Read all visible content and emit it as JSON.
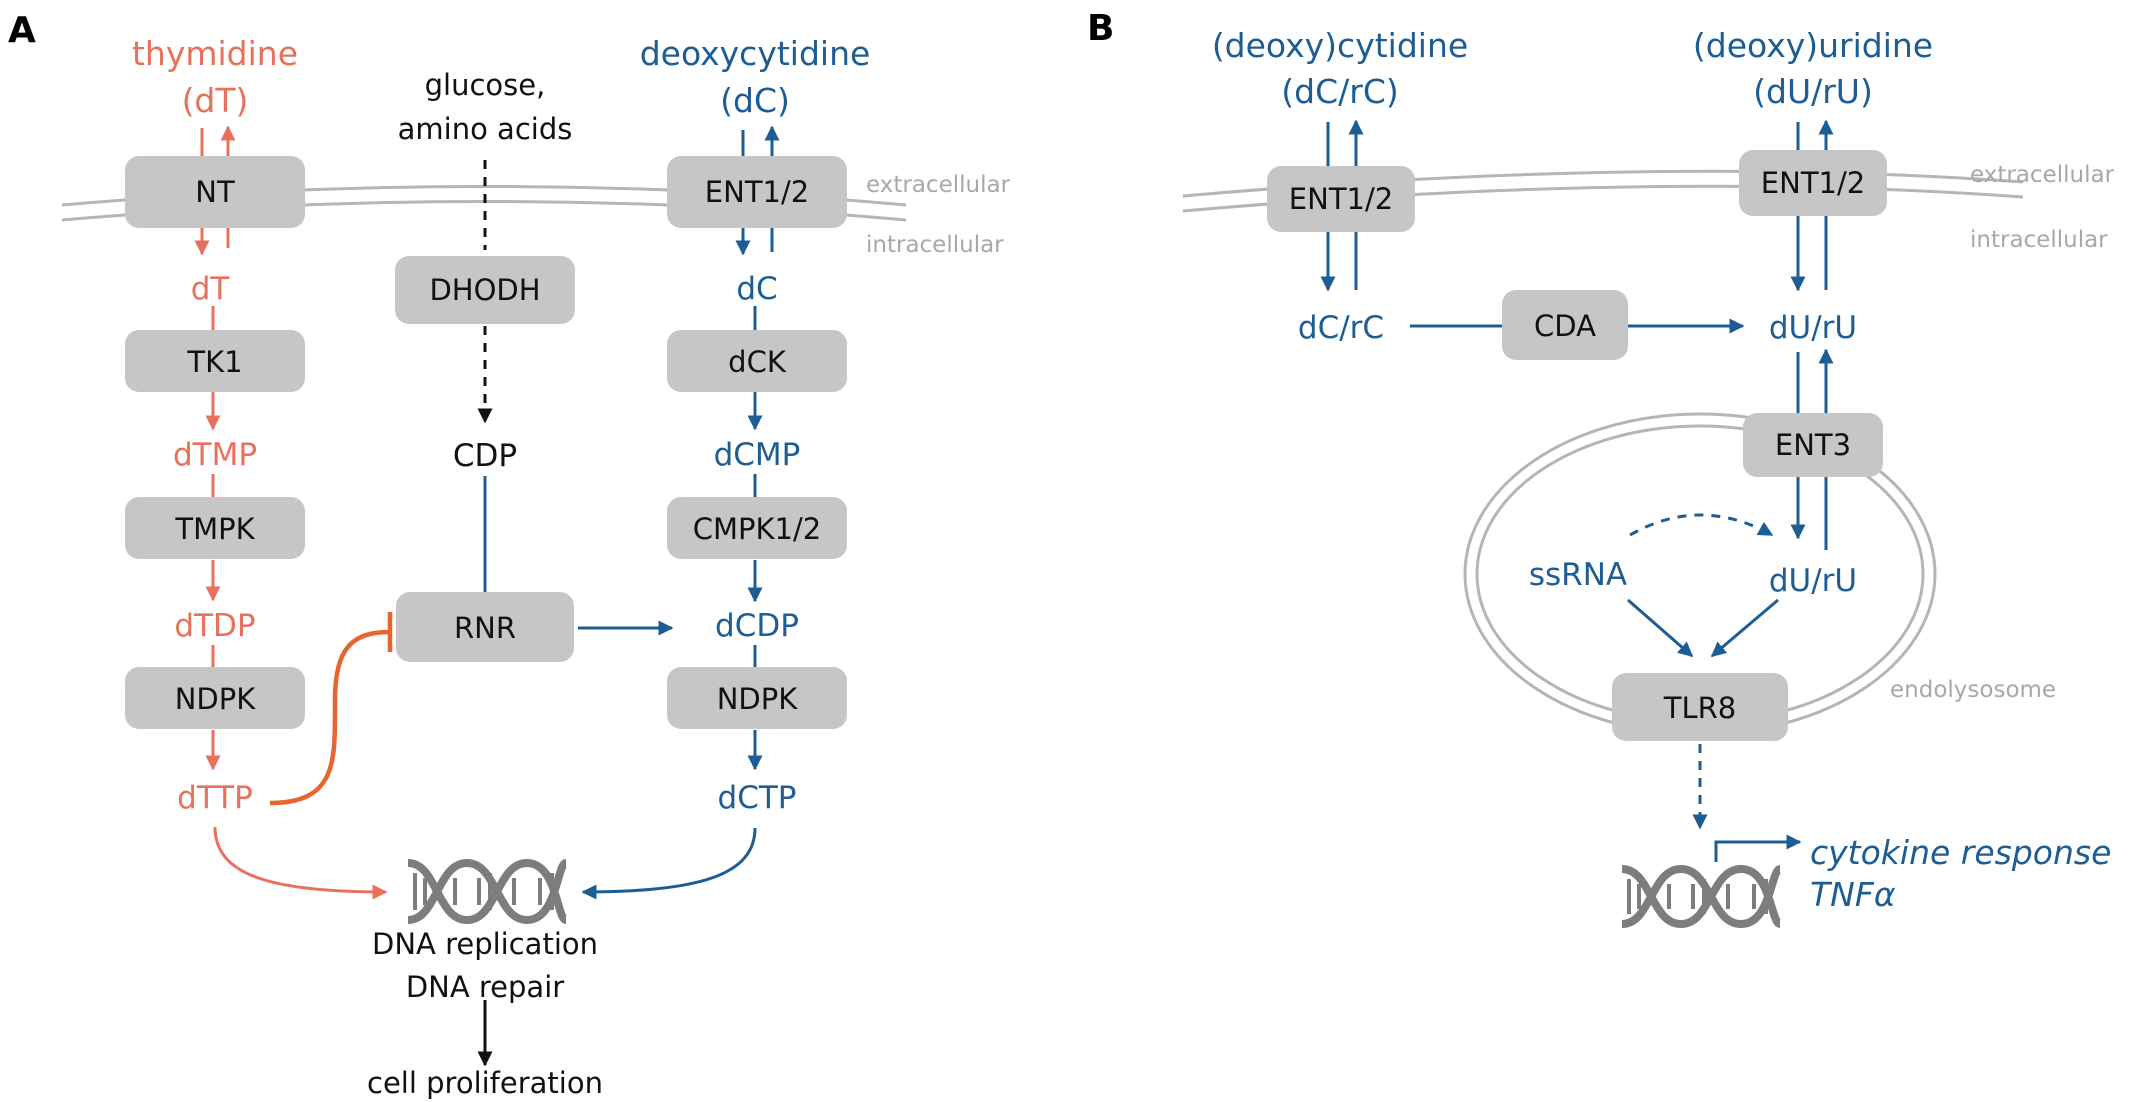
{
  "panels": {
    "a": "A",
    "b": "B"
  },
  "colors": {
    "thymidine_pathway": "#e8705c",
    "deoxycytidine_pathway": "#1d5d94",
    "enzyme_box": "#c6c6c6",
    "membrane": "#b5b5b5"
  },
  "panel_a": {
    "thymidine": "thymidine",
    "thymidine_abbr": "(dT)",
    "deoxycytidine": "deoxycytidine",
    "deoxycytidine_abbr": "(dC)",
    "glucose_line1": "glucose,",
    "glucose_line2": "amino acids",
    "extracellular": "extracellular",
    "intracellular": "intracellular",
    "enzymes": {
      "nt": "NT",
      "ent12": "ENT1/2",
      "dhodh": "DHODH",
      "tk1": "TK1",
      "dck": "dCK",
      "tmpk": "TMPK",
      "cmpk": "CMPK1/2",
      "rnr": "RNR",
      "ndpk_left": "NDPK",
      "ndpk_right": "NDPK"
    },
    "metabolites": {
      "dt": "dT",
      "dtmp": "dTMP",
      "dtdp": "dTDP",
      "dttp": "dTTP",
      "dc": "dC",
      "dcmp": "dCMP",
      "dcdp": "dCDP",
      "dctp": "dCTP",
      "cdp": "CDP"
    },
    "dna_replication": "DNA replication",
    "dna_repair": "DNA repair",
    "cell_proliferation": "cell proliferation"
  },
  "panel_b": {
    "deoxycytidine": "(deoxy)cytidine",
    "deoxycytidine_abbr": "(dC/rC)",
    "deoxyuridine": "(deoxy)uridine",
    "deoxyuridine_abbr": "(dU/rU)",
    "extracellular": "extracellular",
    "intracellular": "intracellular",
    "endolysosome": "endolysosome",
    "enzymes": {
      "ent12_left": "ENT1/2",
      "ent12_right": "ENT1/2",
      "cda": "CDA",
      "ent3": "ENT3",
      "tlr8": "TLR8"
    },
    "metabolites": {
      "dcrc": "dC/rC",
      "durU_cyto": "dU/rU",
      "durU_lyso": "dU/rU",
      "ssrna": "ssRNA"
    },
    "cytokine_response": "cytokine response",
    "tnfa": "TNFα"
  }
}
